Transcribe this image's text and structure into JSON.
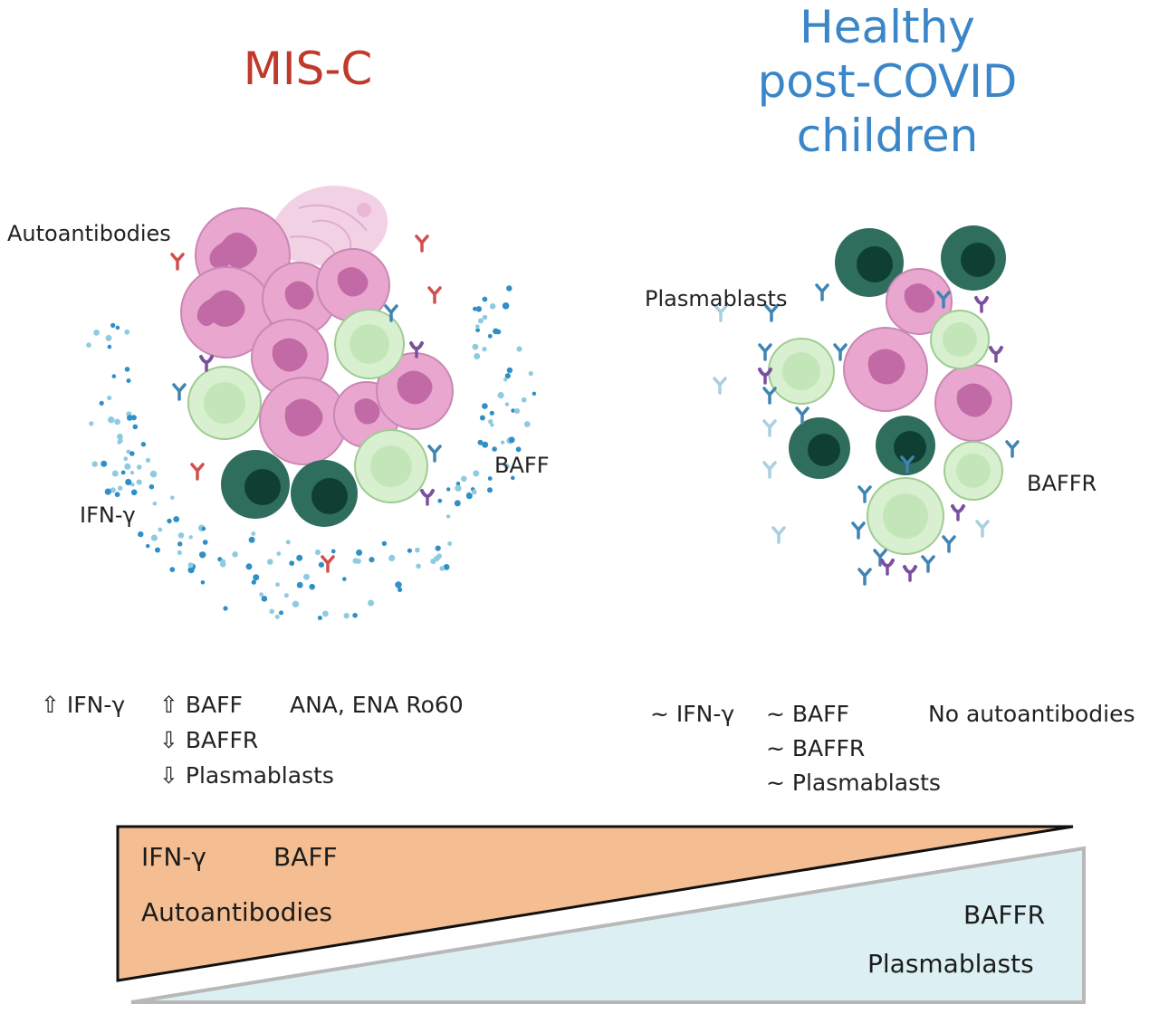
{
  "panels": {
    "left": {
      "title": "MIS-C",
      "title_color": "#c0392b",
      "labels": {
        "autoantibodies": "Autoantibodies",
        "baff": "BAFF",
        "ifn": "IFN-γ"
      },
      "summary": {
        "ifn": "⇧ IFN-γ",
        "baff": "⇧ BAFF",
        "autoab": "ANA, ENA Ro60",
        "baffr": "⇩ BAFFR",
        "plasmablasts": "⇩ Plasmablasts"
      }
    },
    "right": {
      "title_lines": [
        "Healthy",
        "post-COVID",
        "children"
      ],
      "title_color": "#3a86c8",
      "labels": {
        "plasmablasts": "Plasmablasts",
        "baffr": "BAFFR"
      },
      "summary": {
        "ifn": "~ IFN-γ",
        "baff": "~ BAFF",
        "autoab": "No autoantibodies",
        "baffr": "~ BAFFR",
        "plasmablasts": "~ Plasmablasts"
      }
    }
  },
  "gradient": {
    "top": {
      "ifn": "IFN-γ",
      "baff": "BAFF",
      "autoantibodies": "Autoantibodies",
      "color": "#f5be92"
    },
    "bottom": {
      "baffr": "BAFFR",
      "plasmablasts": "Plasmablasts",
      "color": "#dcf0f3"
    }
  },
  "colors": {
    "neutrophil": "#e9a6cf",
    "neutrophil_nucleus": "#c26aa6",
    "bcell": "#d8efd0",
    "bcell_core": "#c3e6b8",
    "dark_cell": "#2f6e5c",
    "dark_core": "#0f3f33",
    "ifn_dot": "#2f8fc6",
    "baff_dot": "#8fcbe0",
    "antibody_red": "#d0504e",
    "antibody_blue": "#3f84b2",
    "receptor_purple": "#7a4f9e"
  }
}
